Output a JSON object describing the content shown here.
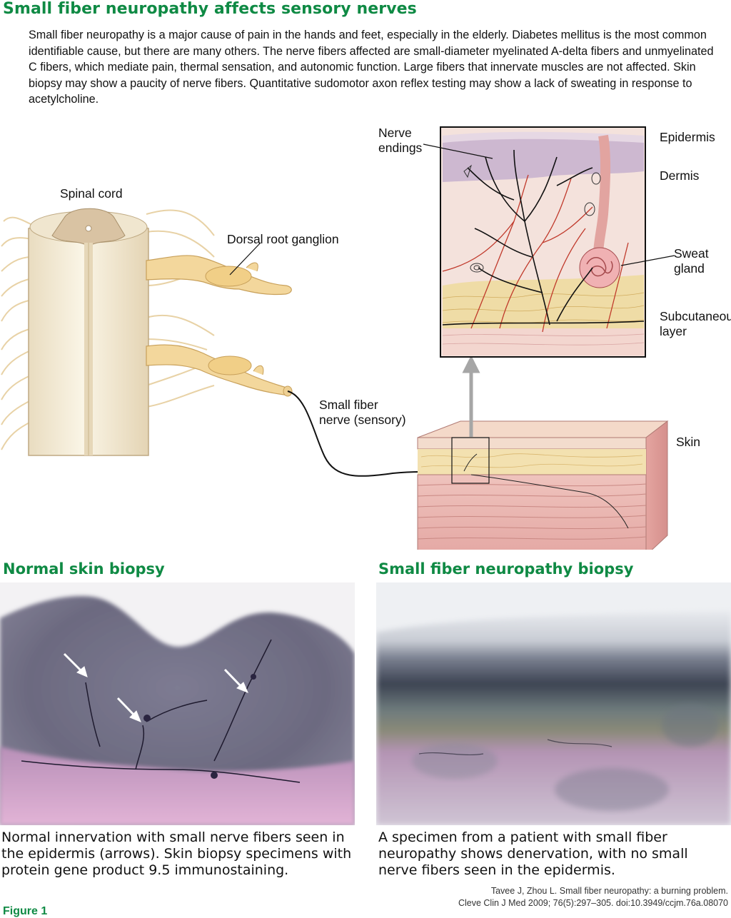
{
  "title": "Small fiber neuropathy affects sensory nerves",
  "intro": "Small fiber neuropathy is a major cause of pain in the hands and feet, especially in the elderly. Diabetes mellitus is the most common identifiable cause, but there are many others. The nerve fibers affected are small-diameter myelinated A-delta fibers and unmyelinated C fibers, which mediate pain, thermal sensation, and autonomic function. Large fibers that innervate muscles are not affected. Skin biopsy may show a paucity of nerve fibers. Quantitative sudomotor axon reflex testing may show a lack of sweating in response to acetylcholine.",
  "diagram_labels": {
    "nerve_endings": "Nerve\nendings",
    "epidermis": "Epidermis",
    "dermis": "Dermis",
    "spinal_cord": "Spinal cord",
    "dorsal_root_ganglion": "Dorsal root ganglion",
    "sweat_gland": "Sweat\ngland",
    "subcutaneous_layer": "Subcutaneous\nlayer",
    "small_fiber_nerve": "Small fiber\nnerve (sensory)",
    "skin": "Skin"
  },
  "normal_heading": "Normal skin biopsy",
  "neuropathy_heading": "Small fiber neuropathy biopsy",
  "normal_caption": "Normal innervation with small nerve fibers seen in the epidermis (arrows). Skin biopsy specimens with protein gene product 9.5 immunostaining.",
  "neuropathy_caption": "A specimen from a patient with small fiber neuropathy shows denervation, with no small nerve fibers seen in the epidermis.",
  "citation_line1": "Tavee J, Zhou L. Small fiber neuropathy: a burning problem.",
  "citation_line2": "Cleve Clin J Med 2009; 76(5):297–305. doi:10.3949/ccjm.76a.08070",
  "figure_label": "Figure 1",
  "colors": {
    "heading_green": "#0f8a44",
    "epidermis": "#cdb8d0",
    "dermis": "#f2dcd8",
    "fat": "#efdca6",
    "muscle": "#e9b8b4",
    "spinal_cord": "#f3ead4",
    "nerve": "#f0cf8c",
    "vessel": "#c0392b",
    "arrow_gray": "#a6a6a6",
    "biopsy_violet": "#6e6c86",
    "biopsy_pink": "#d8a7cc"
  },
  "icons": [
    "arrow-up-icon",
    "biopsy-arrow-icon"
  ]
}
